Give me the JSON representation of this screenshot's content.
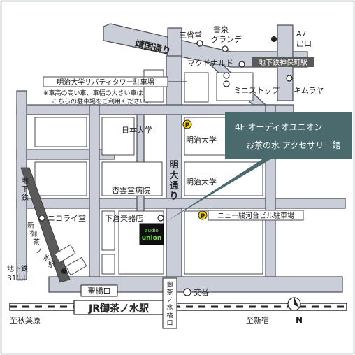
{
  "callout": {
    "line1": "4F オーディオユニオン",
    "line2": "お茶の水 アクセサリー館"
  },
  "store": {
    "logo_line1": "audio",
    "logo_line2": "union"
  },
  "streets": {
    "yasukuni": "靖国通り",
    "meidai": "明大通り",
    "meidai_chars": [
      "明",
      "大",
      "通",
      "り"
    ],
    "ochanomizubashi_chars": [
      "御",
      "茶",
      "ノ",
      "水",
      "橋",
      "口"
    ],
    "chikatetsu_chars": [
      "地",
      "下",
      "鉄"
    ],
    "shin_ochanomizu_chars": [
      "新",
      "御",
      "茶",
      "ノ",
      "水",
      "駅"
    ]
  },
  "landmarks": {
    "sanseido": "三省堂",
    "shosen_line1": "書泉",
    "shosen_line2": "グランデ",
    "a7_line1": "A7",
    "a7_line2": "出口",
    "mcdonalds": "マクドナルド",
    "jimbocho_station": "地下鉄神保町駅",
    "ministop": "ミニストップ",
    "kimuraya": "キムラヤ",
    "liberty_parking": "明治大学リバティタワー駐車場",
    "parking_note_line1": "※車高の高い車、車幅の大きい車は",
    "parking_note_line2": "こちらの駐車場をご利用ください。",
    "nihon_univ": "日本大学",
    "meiji_univ_1": "明治大学",
    "meiji_univ_2": "明治大学",
    "kyounjido": "杏雲堂病院",
    "nikolai": "ニコライ堂",
    "shimokura": "下倉楽器店",
    "new_surugadai_parking": "ニュー駿河台ビル駐車場",
    "b1_line1": "地下鉄",
    "b1_line2": "B1出口",
    "hijiribashi": "聖橋口",
    "koban": "交番",
    "jr_station": "JR御茶ノ水駅",
    "to_akihabara": "至秋葉原",
    "to_shinjuku": "至新宿",
    "north": "N"
  },
  "icons": {
    "parking": "P"
  },
  "colors": {
    "road": "#c9ced8",
    "road_edge": "#4a4a55",
    "block": "#ffffff",
    "callout_bg": "#4b6a6e",
    "parking_yellow": "#f2d000",
    "subway_band": "#5a5a5a"
  }
}
